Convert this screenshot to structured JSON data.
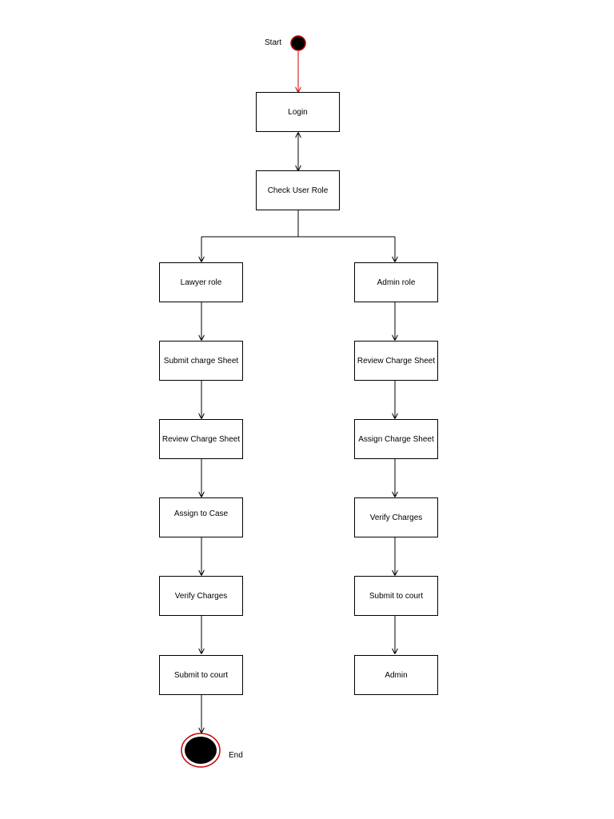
{
  "start": {
    "label": "Start",
    "color": "#cc0000"
  },
  "end": {
    "label": "End",
    "color": "#cc0000"
  },
  "nodes": {
    "login": "Login",
    "check_role": "Check User Role",
    "lawyer_role": "Lawyer role",
    "admin_role": "Admin role"
  },
  "lawyer_flow": [
    "Submit charge Sheet",
    "Review Charge Sheet",
    "Assign to Case",
    "Verify Charges",
    "Submit to court"
  ],
  "admin_flow": [
    "Review Charge Sheet",
    "Assign Charge Sheet",
    "Verify Charges",
    "Submit to court",
    "Admin"
  ]
}
